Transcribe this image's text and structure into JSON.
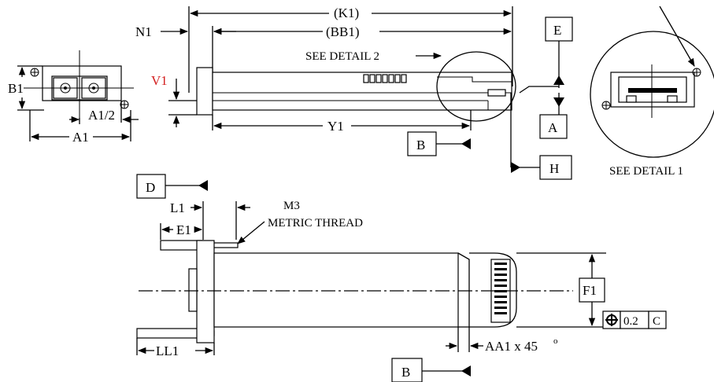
{
  "labels": {
    "k1": "(K1)",
    "bb1": "(BB1)",
    "n1": "N1",
    "see_detail_2": "SEE DETAIL 2",
    "see_detail_1": "SEE DETAIL 1",
    "v1": "V1",
    "b1": "B1",
    "a1_half": "A1/2",
    "a1": "A1",
    "y1": "Y1",
    "l1": "L1",
    "e1": "E1",
    "m3": "M3",
    "metric_thread": "METRIC THREAD",
    "f1": "F1",
    "ll1": "LL1",
    "aa1": "AA1 x 45",
    "deg": "o",
    "tol": "0.2",
    "tol_ref": "C"
  },
  "datums": {
    "e": "E",
    "a": "A",
    "b": "B",
    "h": "H",
    "d": "D",
    "b2": "B"
  },
  "colors": {
    "line": "#000000",
    "v1_label": "#d31f1f",
    "background": "#ffffff"
  }
}
